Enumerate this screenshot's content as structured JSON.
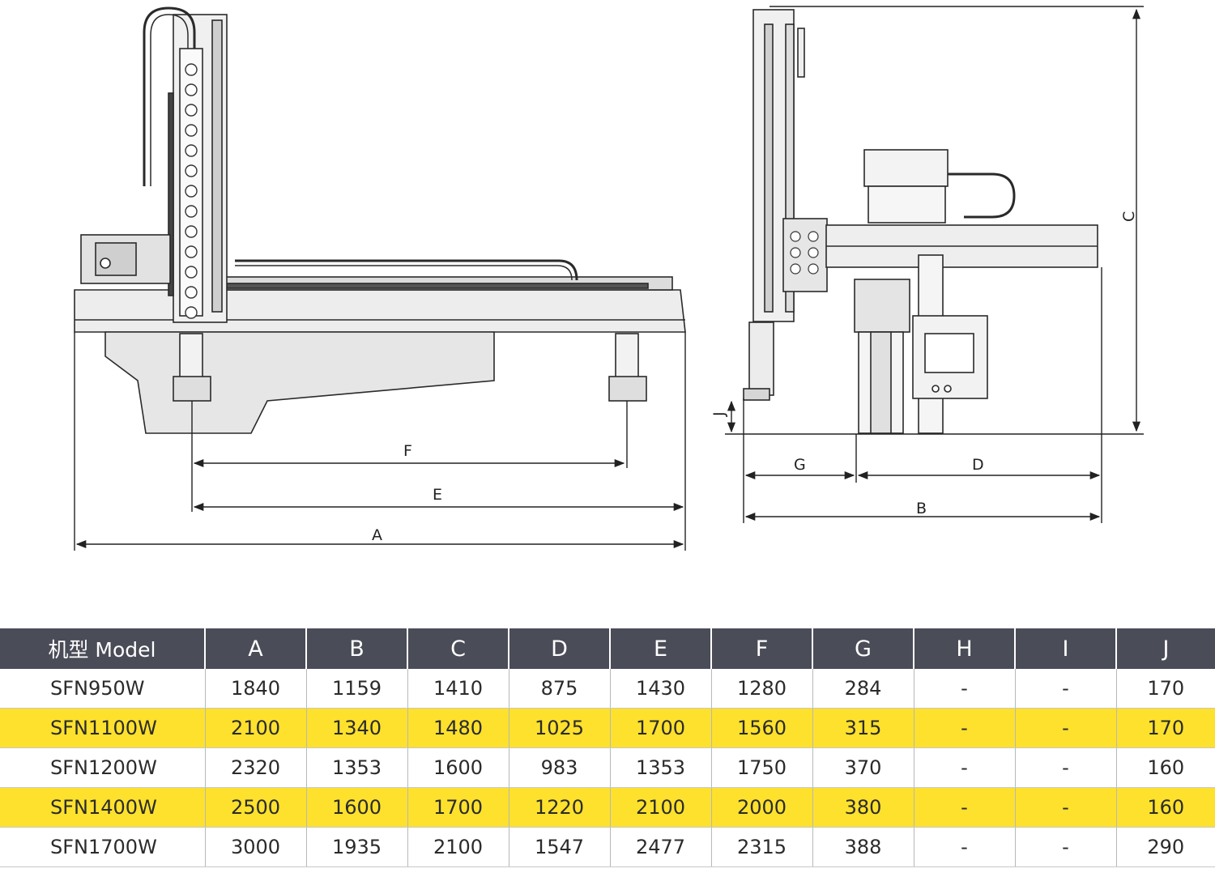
{
  "diagram": {
    "labels": {
      "A": "A",
      "B": "B",
      "C": "C",
      "D": "D",
      "E": "E",
      "F": "F",
      "G": "G",
      "J": "J"
    }
  },
  "table": {
    "headers": [
      "机型 Model",
      "A",
      "B",
      "C",
      "D",
      "E",
      "F",
      "G",
      "H",
      "I",
      "J"
    ],
    "rows": [
      [
        "SFN950W",
        "1840",
        "1159",
        "1410",
        "875",
        "1430",
        "1280",
        "284",
        "-",
        "-",
        "170"
      ],
      [
        "SFN1100W",
        "2100",
        "1340",
        "1480",
        "1025",
        "1700",
        "1560",
        "315",
        "-",
        "-",
        "170"
      ],
      [
        "SFN1200W",
        "2320",
        "1353",
        "1600",
        "983",
        "1353",
        "1750",
        "370",
        "-",
        "-",
        "160"
      ],
      [
        "SFN1400W",
        "2500",
        "1600",
        "1700",
        "1220",
        "2100",
        "2000",
        "380",
        "-",
        "-",
        "160"
      ],
      [
        "SFN1700W",
        "3000",
        "1935",
        "2100",
        "1547",
        "2477",
        "2315",
        "388",
        "-",
        "-",
        "290"
      ]
    ],
    "highlight_rows": [
      1,
      3
    ],
    "highlight_color": "#fde12d",
    "header_color": "#4a4c58"
  }
}
